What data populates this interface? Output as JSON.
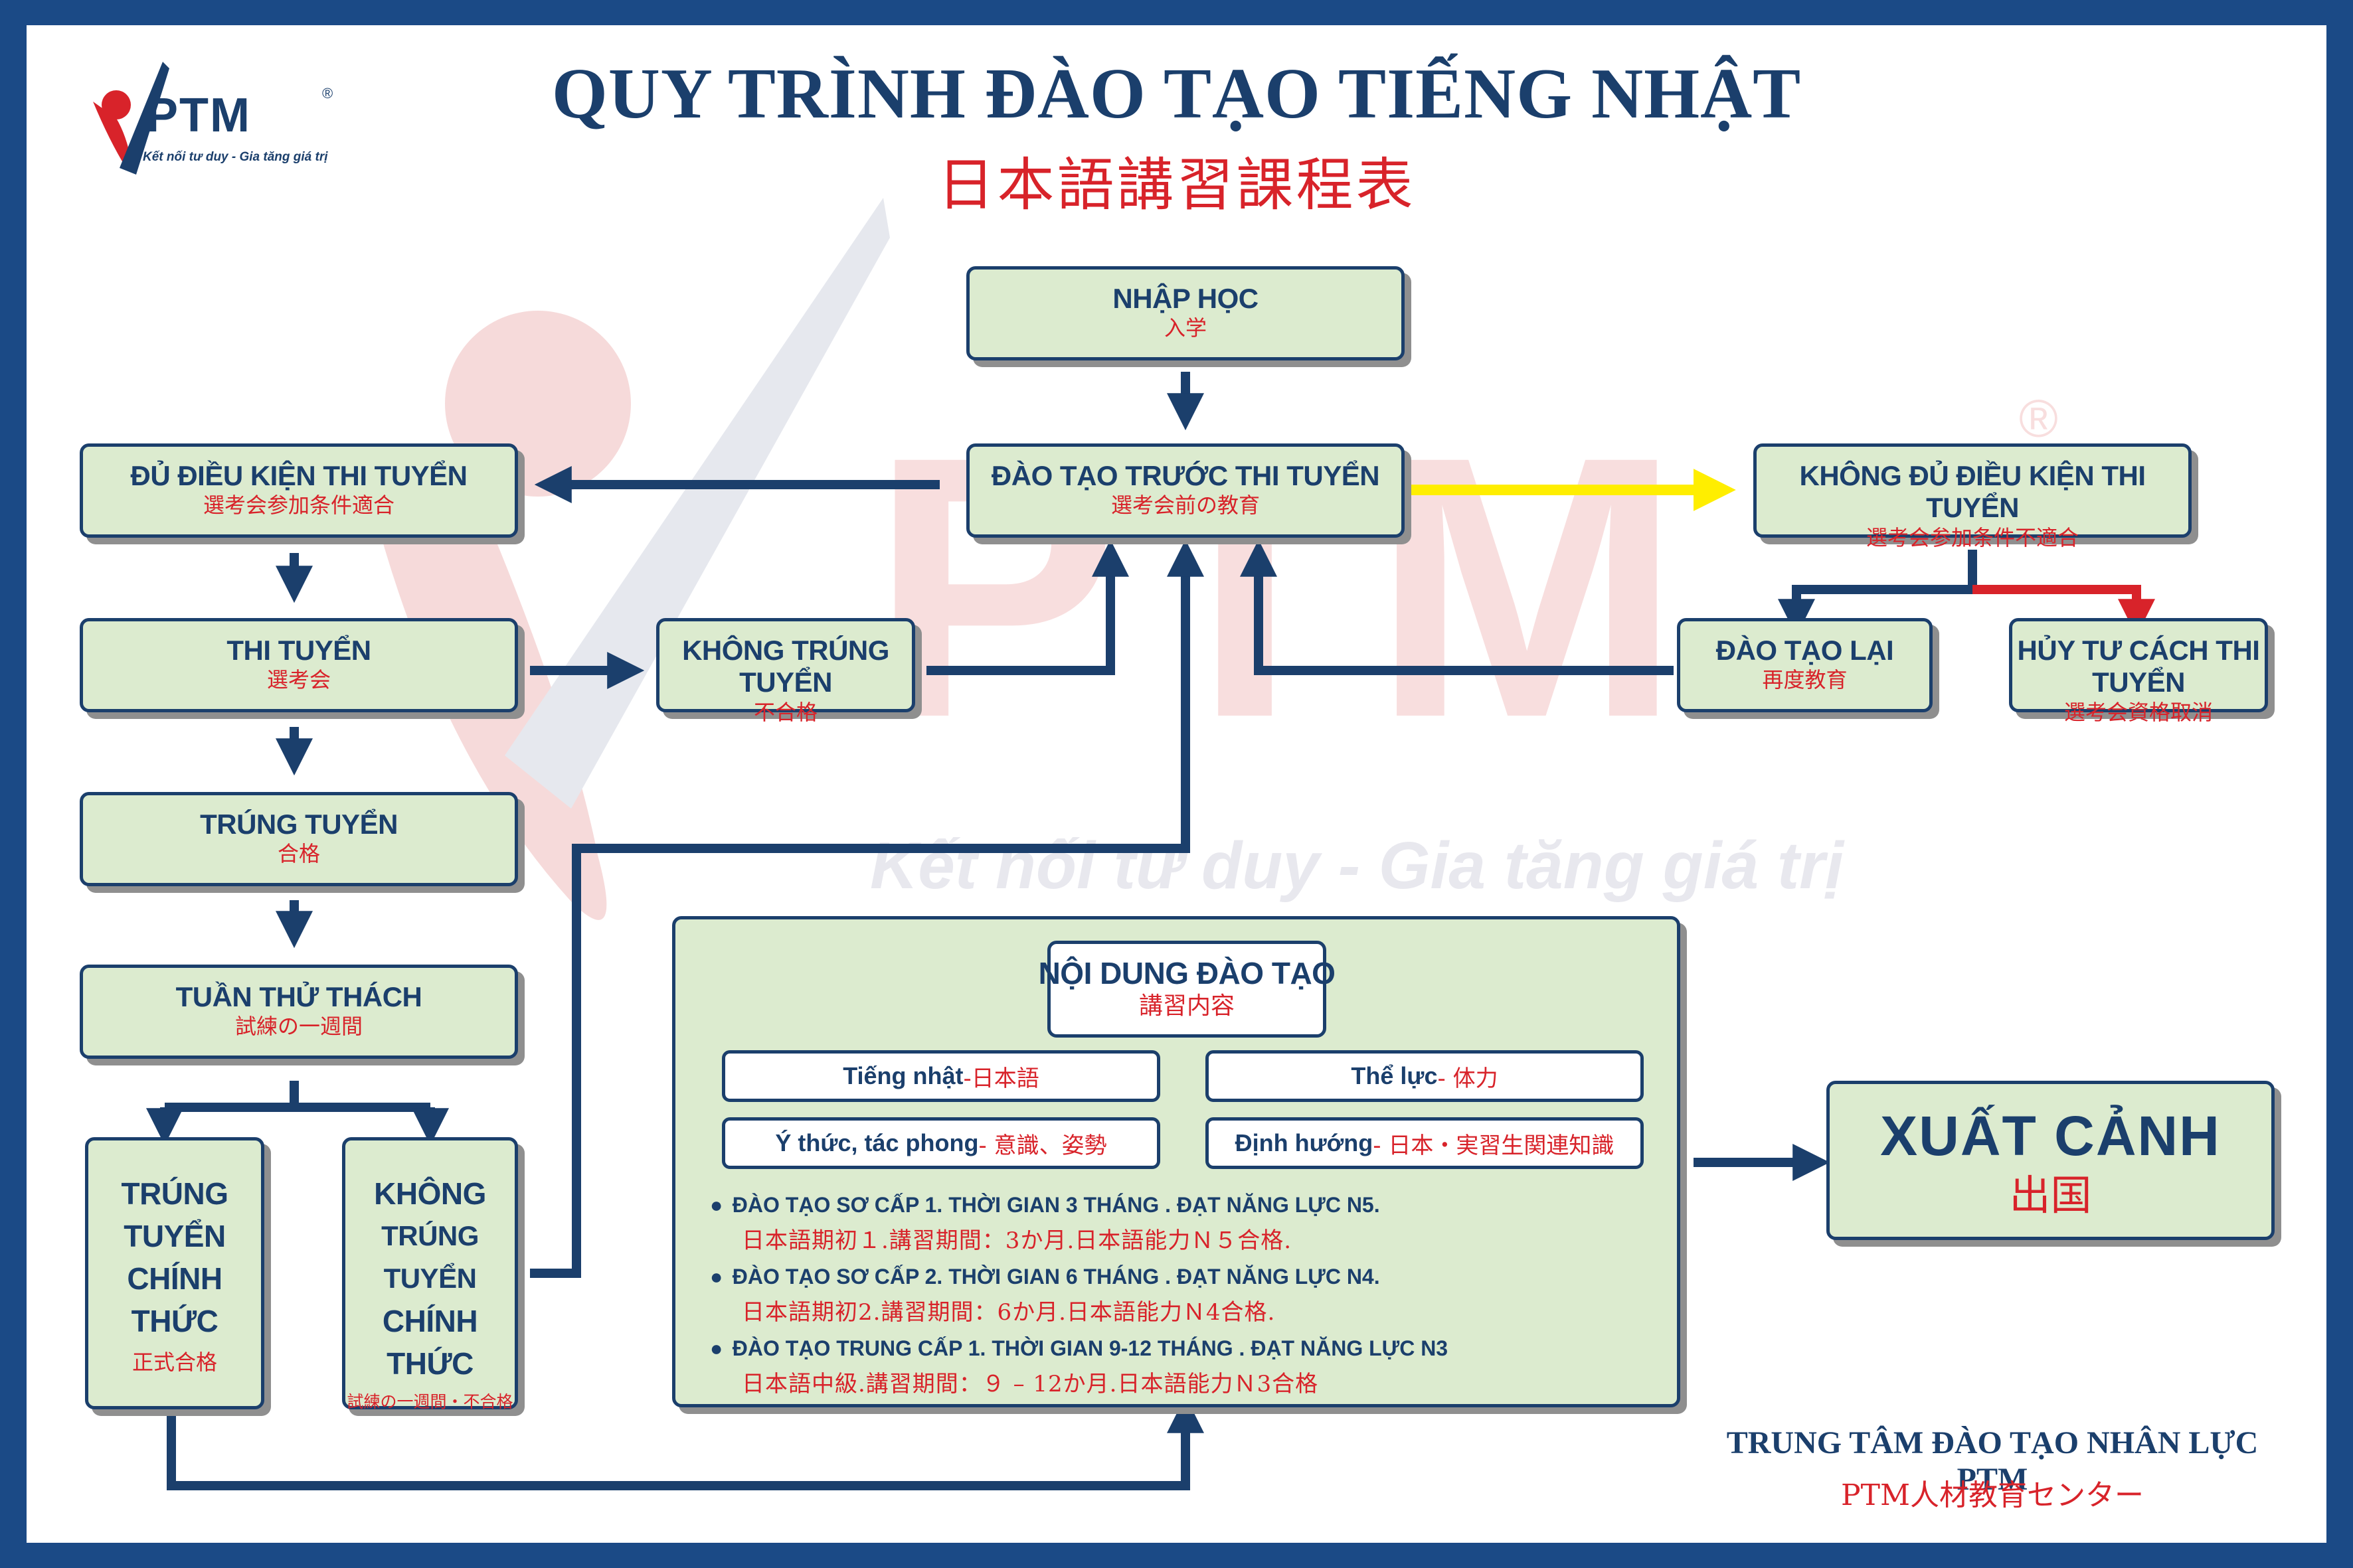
{
  "logo": {
    "brand": "PTM",
    "registered": "®",
    "tagline": "Kết nối tư duy - Gia tăng giá trị"
  },
  "header": {
    "title": "QUY TRÌNH ĐÀO TẠO TIẾNG NHẬT",
    "subtitle": "日本語講習課程表"
  },
  "watermark": {
    "brand": "PTM",
    "registered": "®",
    "tagline": "Kết nối tư duy - Gia tăng giá trị"
  },
  "nodes": {
    "nhap_hoc": {
      "vi": "NHẬP HỌC",
      "ja": "入学"
    },
    "dao_tao_truoc": {
      "vi": "ĐÀO TẠO TRƯỚC THI TUYỂN",
      "ja": "選考会前の教育"
    },
    "du_dieu_kien": {
      "vi": "ĐỦ ĐIỀU KIỆN THI TUYỂN",
      "ja": "選考会参加条件適合"
    },
    "khong_du_dieu_kien": {
      "vi": "KHÔNG ĐỦ ĐIỀU KIỆN THI TUYỂN",
      "ja": "選考会参加条件不適合"
    },
    "thi_tuyen": {
      "vi": "THI TUYỂN",
      "ja": "選考会"
    },
    "khong_trung_tuyen": {
      "vi": "KHÔNG TRÚNG TUYỂN",
      "ja": "不合格"
    },
    "dao_tao_lai": {
      "vi": "ĐÀO TẠO LẠI",
      "ja": "再度教育"
    },
    "huy_tu_cach": {
      "vi": "HỦY TƯ CÁCH THI TUYỂN",
      "ja": "選考会資格取消"
    },
    "trung_tuyen": {
      "vi": "TRÚNG TUYỂN",
      "ja": "合格"
    },
    "tuan_thu_thach": {
      "vi": "TUẦN THỬ THÁCH",
      "ja": "試練の一週間"
    },
    "trung_tuyen_chinh_thuc": {
      "vi_lines": [
        "TRÚNG",
        "TUYỂN",
        "CHÍNH",
        "THỨC"
      ],
      "ja": "正式合格"
    },
    "khong_trung_tuyen_chinh_thuc": {
      "vi_lines": [
        "KHÔNG",
        "TRÚNG TUYỂN",
        "CHÍNH",
        "THỨC"
      ],
      "ja": "試練の一週間・不合格"
    },
    "xuat_canh": {
      "vi": "XUẤT CẢNH",
      "ja": "出国"
    }
  },
  "training": {
    "title": {
      "vi": "NỘI DUNG ĐÀO TẠO",
      "ja": "講習内容"
    },
    "chips": [
      {
        "vi": "Tiếng nhật",
        "ja": "-日本語"
      },
      {
        "vi": "Thể lực",
        "ja": " - 体力"
      },
      {
        "vi": "Ý thức, tác phong",
        "ja": " - 意識、姿勢"
      },
      {
        "vi": "Định hướng",
        "ja": " - 日本・実習生関連知識"
      }
    ],
    "courses": [
      {
        "bullet": "●",
        "vi": "ĐÀO TẠO SƠ CẤP 1. THỜI GIAN 3 THÁNG . ĐẠT NĂNG LỰC N5.",
        "ja": "日本語期初１.講習期間：3か月.日本語能力Ｎ５合格."
      },
      {
        "bullet": "●",
        "vi": "ĐÀO TẠO SƠ CẤP 2. THỜI GIAN 6 THÁNG . ĐẠT NĂNG LỰC N4.",
        "ja": "日本語期初2.講習期間：6か月.日本語能力Ｎ4合格."
      },
      {
        "bullet": "●",
        "vi": "ĐÀO TẠO TRUNG CẤP 1. THỜI GIAN 9-12 THÁNG . ĐẠT NĂNG LỰC N3",
        "ja": "日本語中級.講習期間：９ – 12か月.日本語能力Ｎ3合格"
      }
    ]
  },
  "footer": {
    "vi": "TRUNG TÂM ĐÀO TẠO NHÂN LỰC PTM",
    "ja": "PTM人材教育センター"
  },
  "colors": {
    "navy": "#1b3f6c",
    "red": "#d8232a",
    "box_fill": "#dcebcf",
    "yellow_arrow": "#ffee00",
    "border": "#1b4a86"
  }
}
